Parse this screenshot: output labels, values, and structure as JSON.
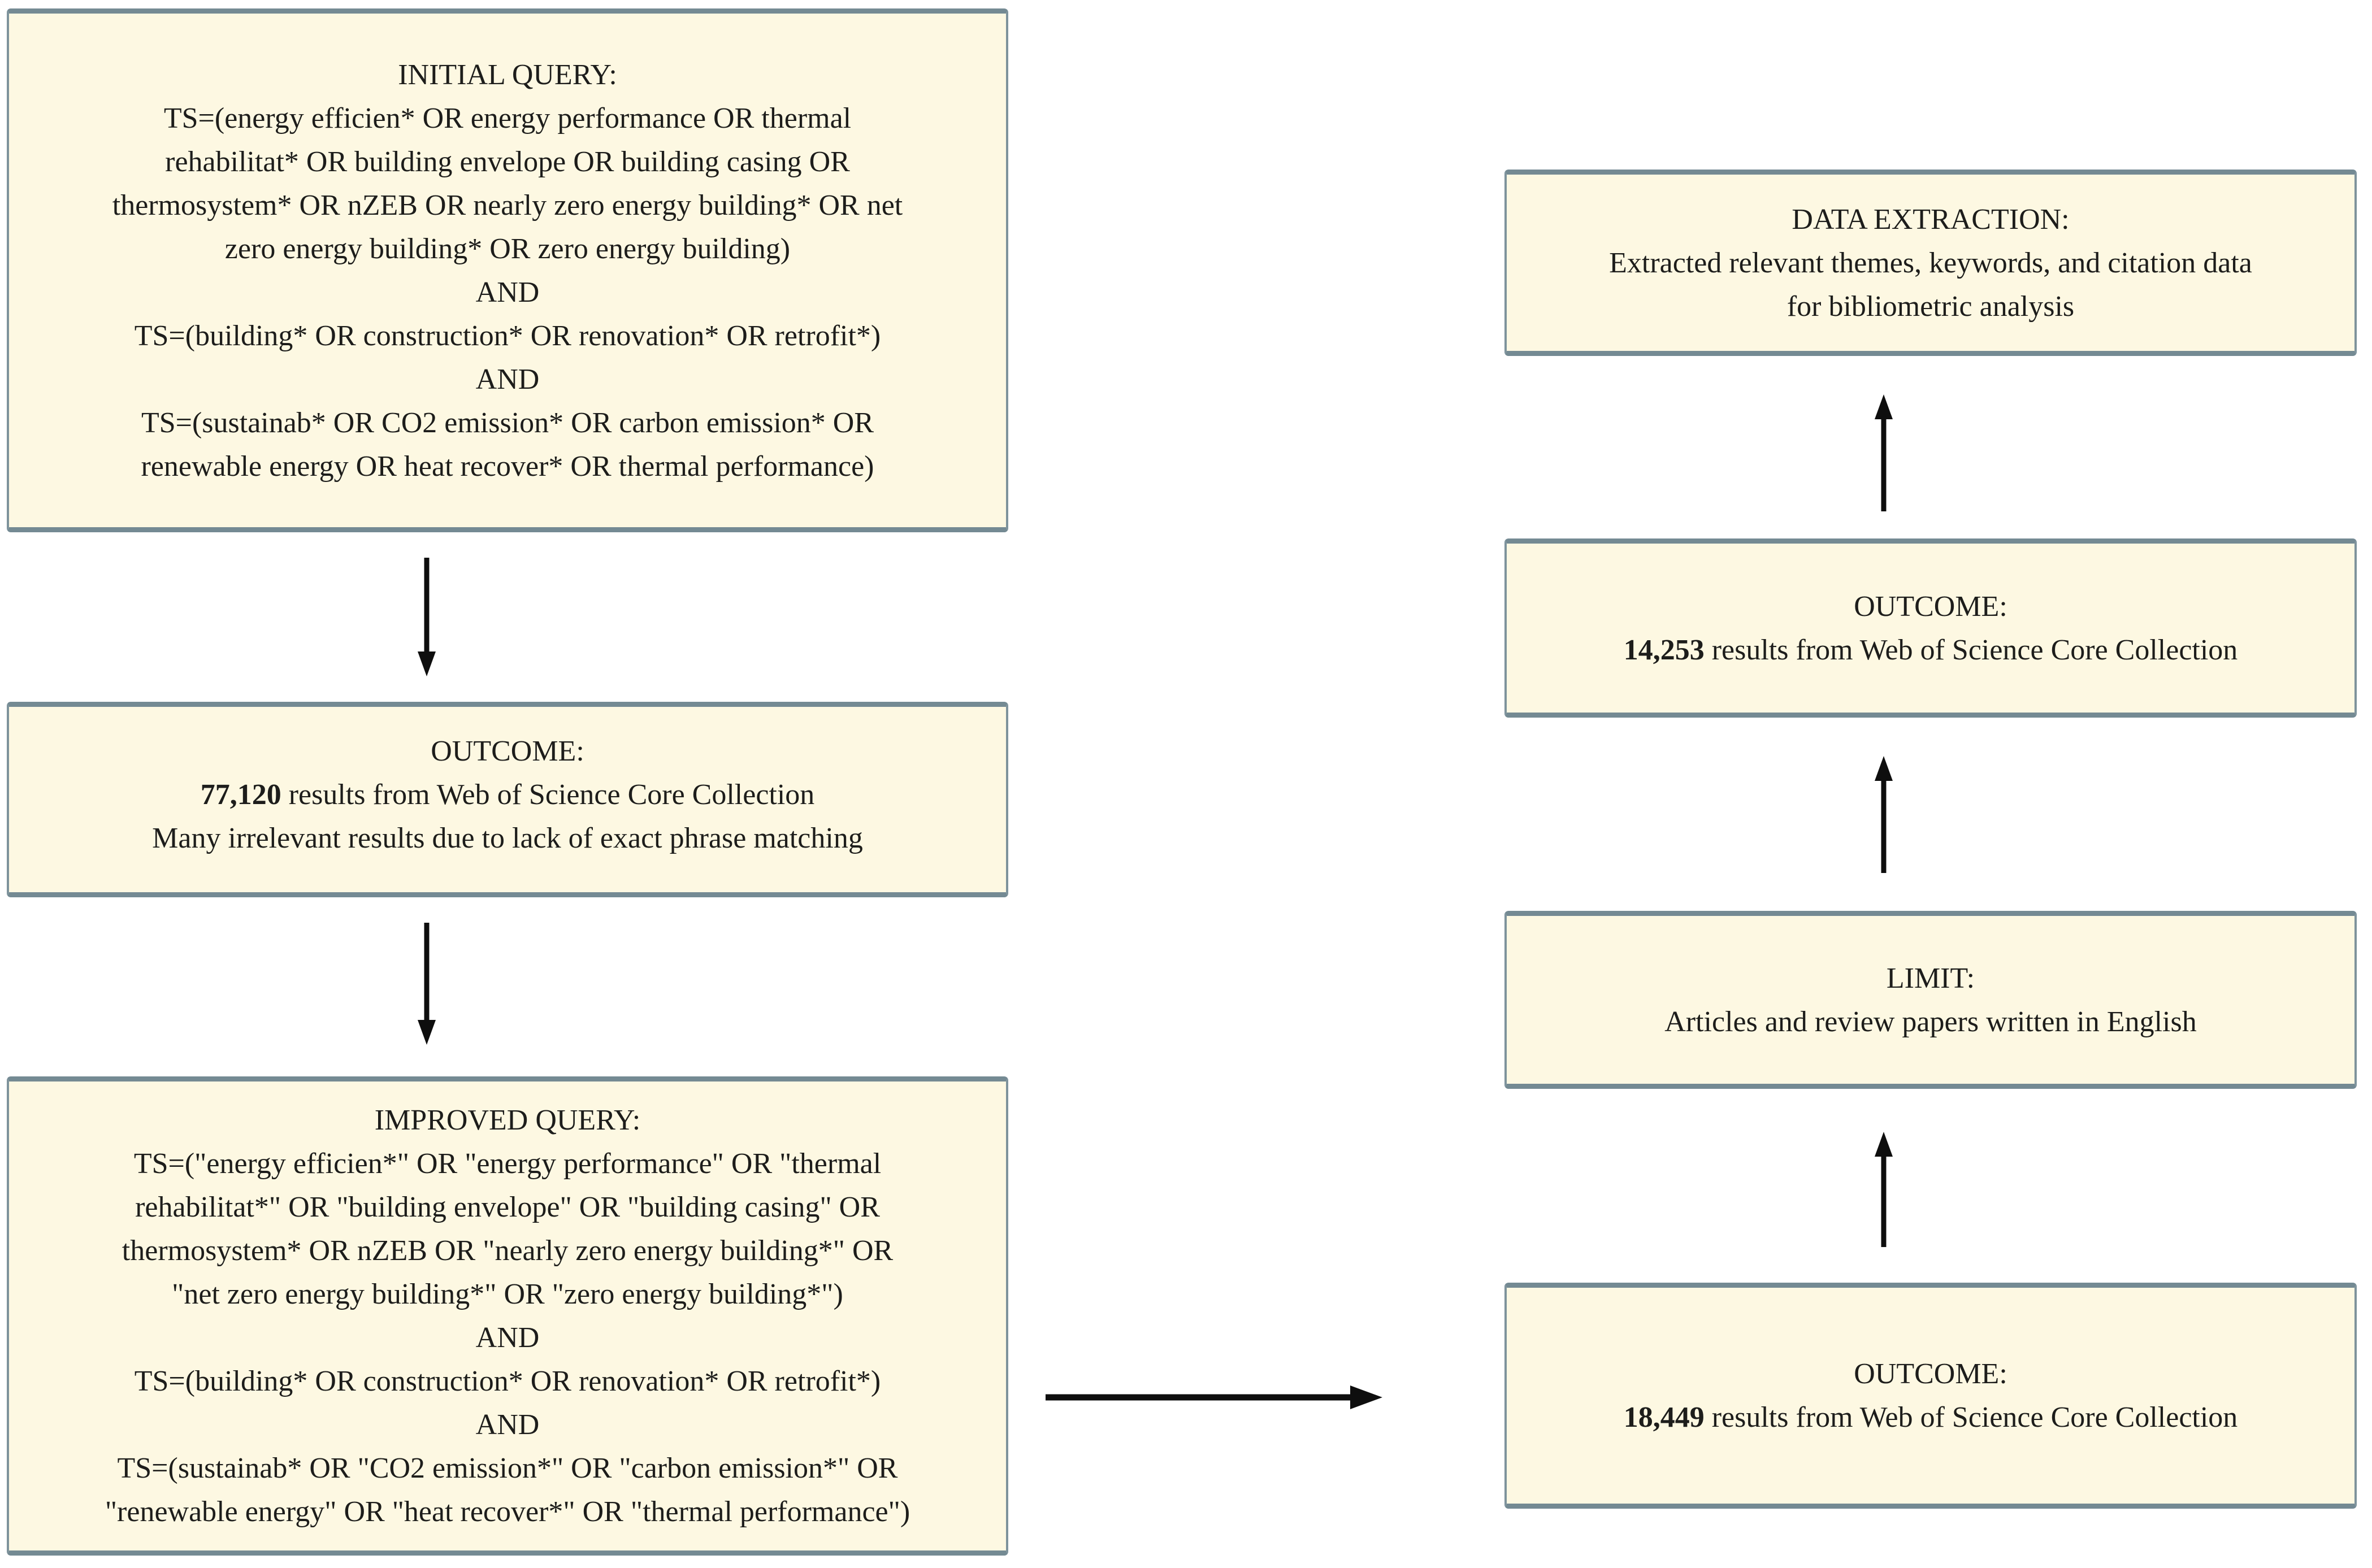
{
  "boxes": {
    "initial_query": {
      "title": "INITIAL QUERY:",
      "lines": [
        "TS=(energy efficien* OR energy performance OR thermal",
        "rehabilitat* OR building envelope OR building casing OR",
        "thermosystem* OR nZEB OR nearly zero energy building* OR net",
        "zero energy building* OR zero energy building)",
        "AND",
        "TS=(building* OR construction* OR renovation* OR retrofit*)",
        "AND",
        "TS=(sustainab* OR CO2 emission* OR carbon emission* OR",
        "renewable energy OR heat recover* OR thermal performance)"
      ]
    },
    "outcome_77120": {
      "title": "OUTCOME:",
      "count": "77,120",
      "result": " results from Web of Science Core Collection",
      "note": "Many irrelevant results due to lack of exact phrase matching"
    },
    "improved_query": {
      "title": "IMPROVED QUERY:",
      "lines": [
        "TS=(\"energy efficien*\" OR \"energy performance\" OR \"thermal",
        "rehabilitat*\" OR \"building envelope\" OR \"building casing\" OR",
        "thermosystem* OR nZEB OR \"nearly zero energy building*\" OR",
        "\"net zero energy building*\" OR \"zero energy building*\")",
        "AND",
        "TS=(building* OR construction* OR renovation* OR retrofit*)",
        "AND",
        "TS=(sustainab* OR \"CO2 emission*\" OR \"carbon emission*\" OR",
        "\"renewable energy\" OR \"heat recover*\" OR \"thermal performance\")"
      ]
    },
    "outcome_18449": {
      "title": "OUTCOME:",
      "count": "18,449",
      "result": " results from Web of Science Core Collection"
    },
    "limit": {
      "title": "LIMIT:",
      "line": "Articles and review papers written in English"
    },
    "outcome_14253": {
      "title": "OUTCOME:",
      "count": "14,253",
      "result": " results from Web of Science Core Collection"
    },
    "data_extraction": {
      "title": "DATA EXTRACTION:",
      "lines": [
        "Extracted relevant themes, keywords, and citation data",
        "for bibliometric analysis"
      ]
    }
  },
  "colors": {
    "box_fill": "#fdf8e2",
    "box_border": "#7e939c",
    "arrow": "#0e0e0e",
    "text": "#1d1d1b"
  }
}
